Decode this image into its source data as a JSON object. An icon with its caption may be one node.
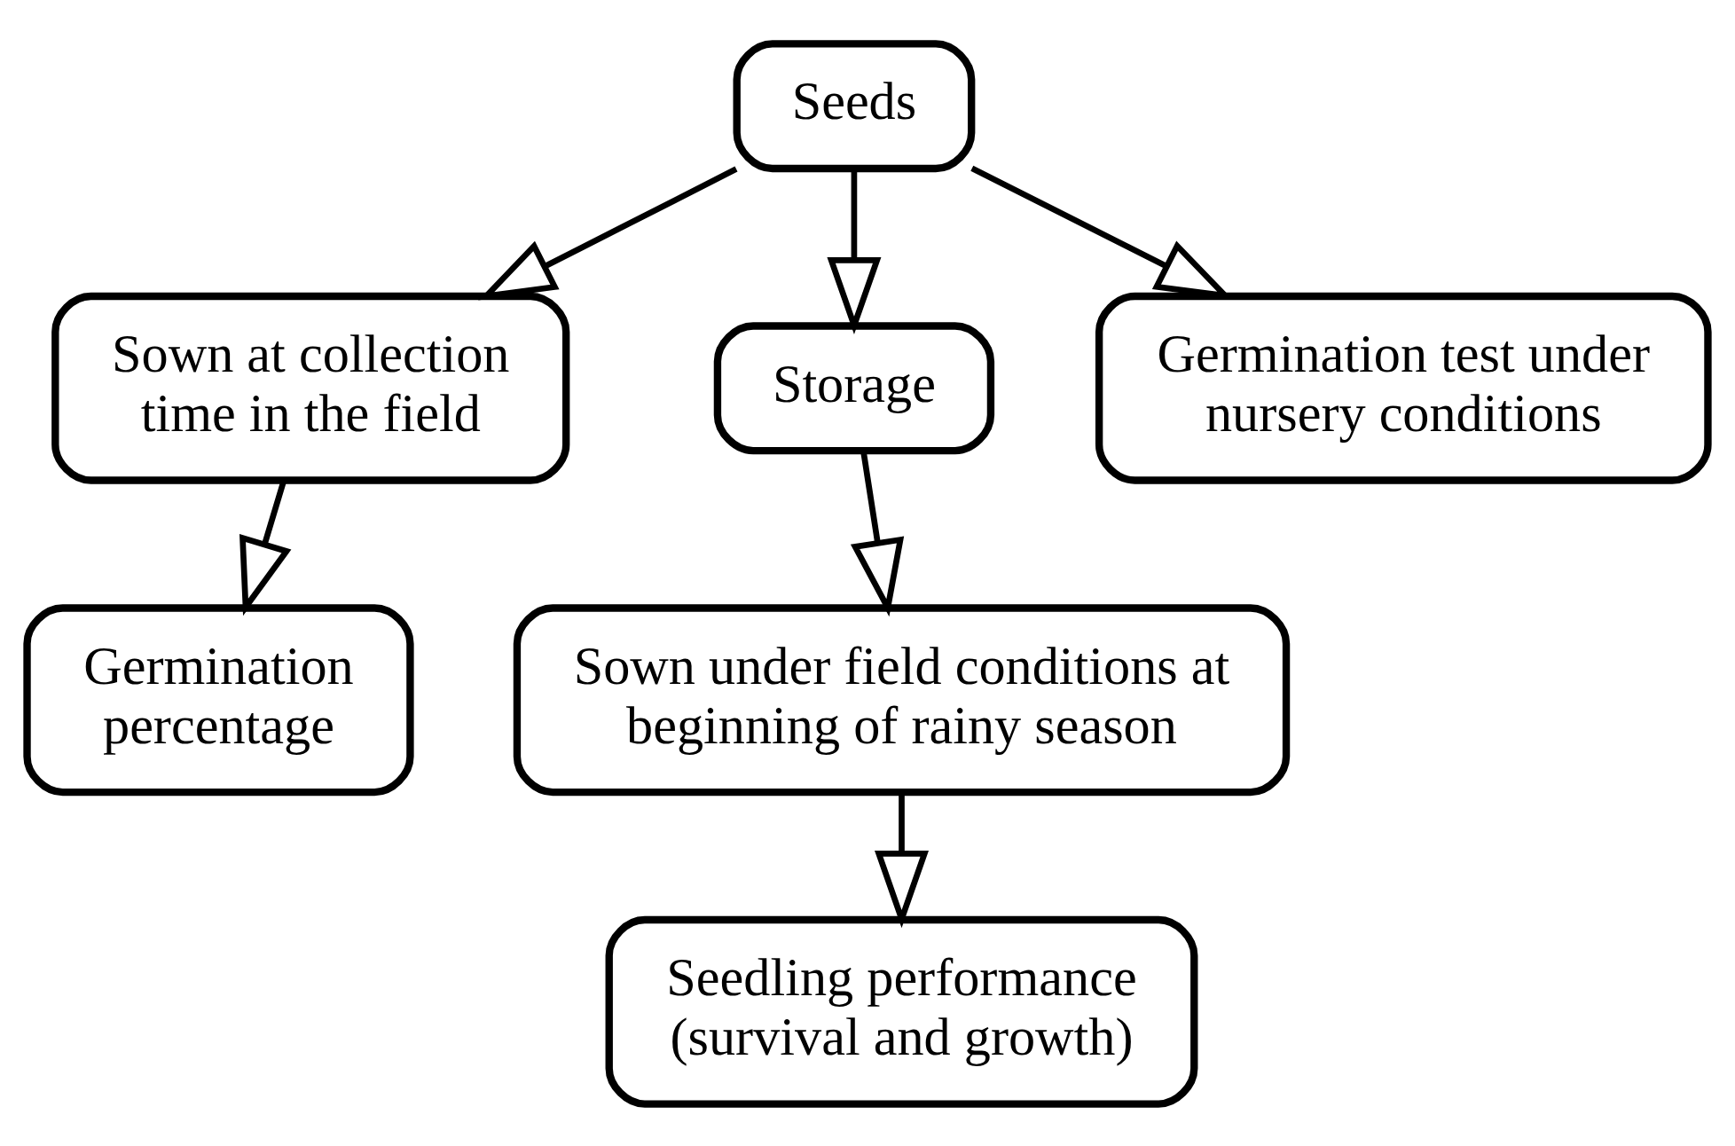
{
  "diagram": {
    "nodes": [
      {
        "text": [
          "Seeds"
        ]
      },
      {
        "text": [
          "Sown at collection time in the field"
        ]
      },
      {
        "text": [
          "Storage"
        ]
      },
      {
        "text": [
          "Germination test under nursery conditions"
        ]
      },
      {
        "text": [
          "Sown under field conditions at beginning of rainy season"
        ]
      },
      {
        "text": [
          "Germination percentage"
        ]
      },
      {
        "text": [
          "Seedling performance (survival and growth)"
        ]
      }
    ],
    "edges": [
      {
        "from": 0,
        "to": 1,
        "arrow": "to"
      },
      {
        "from": 0,
        "to": 2,
        "arrow": "to"
      },
      {
        "from": 0,
        "to": 3,
        "arrow": "to"
      },
      {
        "from": 2,
        "to": 4,
        "arrow": "to"
      },
      {
        "from": 1,
        "to": 5,
        "arrow": "to"
      },
      {
        "from": 4,
        "to": 6,
        "arrow": "to"
      }
    ]
  }
}
